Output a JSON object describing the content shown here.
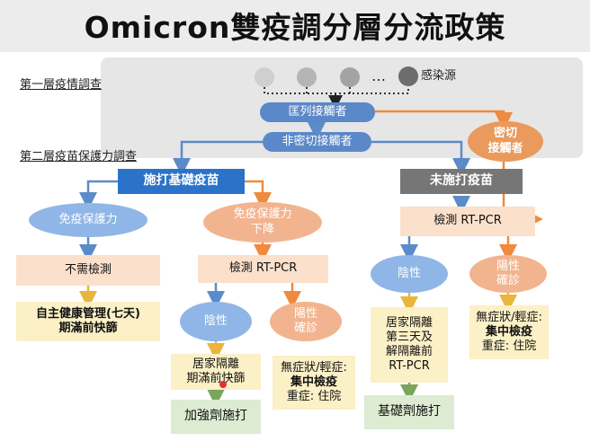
{
  "title": "Omicron雙疫調分層分流政策",
  "level1_label": "第一層疫情調查",
  "level2_label": "第二層疫苗保護力調查",
  "infection_source": {
    "ellipsis": "…",
    "label": "感染源"
  },
  "nodes": {
    "contacts_list": "匡列接觸者",
    "non_close_contacts": "非密切接觸者",
    "close_contacts": "密切\n接觸者",
    "vaccinated": "施打基礎疫苗",
    "unvaccinated": "未施打疫苗",
    "immune_protection": "免疫保護力",
    "immune_decline": "免疫保護力\n下降",
    "no_test": "不需檢測",
    "self_health_mgmt": "自主健康管理(七天)\n期滿前快篩",
    "test_rtpcr_left": "檢測 RT-PCR",
    "test_rtpcr_right": "檢測 RT-PCR",
    "negative_left": "陰性",
    "positive_left": "陽性\n確診",
    "home_isolation_left": "居家隔離\n期滿前快篩",
    "booster": "加強劑施打",
    "positive_outcome_left": {
      "line1": "無症狀/輕症:",
      "line2": "集中檢疫",
      "line3": "重症: 住院"
    },
    "negative_right": "陰性",
    "positive_right": "陽性\n確診",
    "home_isolation_right": "居家隔離\n第三天及\n解隔離前\nRT-PCR",
    "basic_dose": "基礎劑施打",
    "positive_outcome_right": {
      "line1": "無症狀/輕症:",
      "line2": "集中檢疫",
      "line3": "重症: 住院"
    }
  },
  "colors": {
    "blue_pill": "#5b88c8",
    "light_blue": "#8fb6e6",
    "orange": "#e99a5c",
    "peach": "#f2b48f",
    "blue_bar": "#2a73c8",
    "grey_bar": "#767676",
    "arrow_blue": "#5b8bc9",
    "arrow_orange": "#ef8a3e",
    "arrow_yellow": "#e9b53a",
    "arrow_green": "#7aa55a"
  }
}
